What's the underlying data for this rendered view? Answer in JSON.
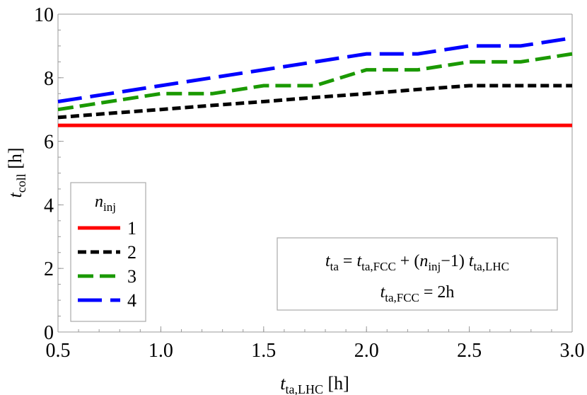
{
  "chart_data": {
    "type": "line",
    "title": "",
    "xlabel": {
      "main": "t",
      "sub": "ta,LHC",
      "unit": " [h]"
    },
    "ylabel": {
      "main": "t",
      "sub": "coll",
      "unit": " [h]"
    },
    "xlim": [
      0.5,
      3.0
    ],
    "ylim": [
      0,
      10
    ],
    "xticks": [
      0.5,
      1.0,
      1.5,
      2.0,
      2.5,
      3.0
    ],
    "xtick_labels": [
      "0.5",
      "1.0",
      "1.5",
      "2.0",
      "2.5",
      "3.0"
    ],
    "yticks": [
      0,
      2,
      4,
      6,
      8,
      10
    ],
    "ytick_labels": [
      "0",
      "2",
      "4",
      "6",
      "8",
      "10"
    ],
    "grid": false,
    "legend": {
      "title_main": "n",
      "title_sub": "inj",
      "placement": "bottom-left"
    },
    "series": [
      {
        "name": "1",
        "color": "#ff0000",
        "dash": "solid",
        "x": [
          0.5,
          3.0
        ],
        "y": [
          6.5,
          6.5
        ]
      },
      {
        "name": "2",
        "color": "#000000",
        "dash": "short",
        "x": [
          0.5,
          0.75,
          1.0,
          1.25,
          1.5,
          1.75,
          2.0,
          2.25,
          2.5,
          2.75,
          3.0
        ],
        "y": [
          6.75,
          6.88,
          7.0,
          7.13,
          7.25,
          7.38,
          7.5,
          7.63,
          7.75,
          7.75,
          7.75
        ]
      },
      {
        "name": "3",
        "color": "#1a9900",
        "dash": "medium",
        "x": [
          0.5,
          0.75,
          1.0,
          1.25,
          1.5,
          1.75,
          2.0,
          2.25,
          2.5,
          2.75,
          3.0
        ],
        "y": [
          7.0,
          7.25,
          7.5,
          7.5,
          7.75,
          7.75,
          8.25,
          8.25,
          8.5,
          8.5,
          8.75
        ]
      },
      {
        "name": "4",
        "color": "#0000ff",
        "dash": "long",
        "x": [
          0.5,
          0.75,
          1.0,
          1.25,
          1.5,
          1.75,
          2.0,
          2.25,
          2.5,
          2.75,
          3.0
        ],
        "y": [
          7.25,
          7.5,
          7.75,
          8.0,
          8.25,
          8.5,
          8.75,
          8.75,
          9.0,
          9.0,
          9.25
        ]
      }
    ],
    "annotation": {
      "line1": {
        "t": "t",
        "t_sub": "ta",
        "eq": " = ",
        "t2": "t",
        "t2_sub": "ta,FCC",
        "plus": " + (",
        "n": "n",
        "n_sub": "inj",
        "minus1": "−1) ",
        "t3": "t",
        "t3_sub": "ta,LHC"
      },
      "line2": {
        "t": "t",
        "t_sub": "ta,FCC",
        "eq": " = 2h"
      }
    }
  }
}
